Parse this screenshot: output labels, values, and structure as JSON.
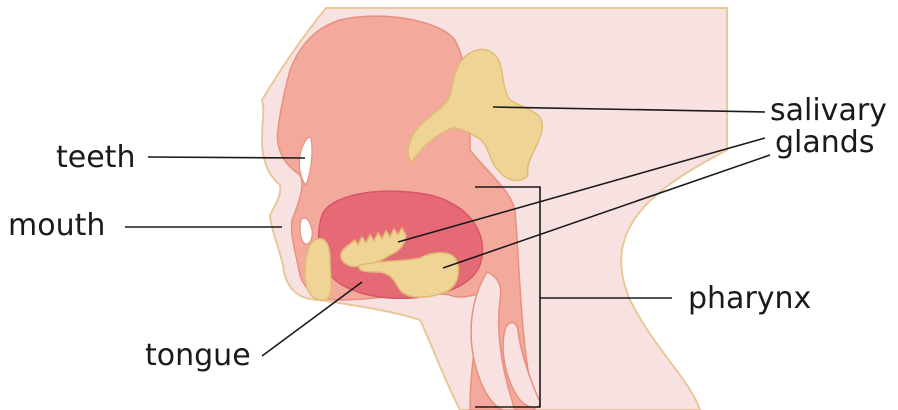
{
  "diagram": {
    "labels": {
      "teeth": "teeth",
      "mouth": "mouth",
      "tongue": "tongue",
      "salivary_line1": "salivary",
      "salivary_line2": "glands",
      "pharynx": "pharynx"
    },
    "colors": {
      "background_tissue": "#f8e2e1",
      "skin_outline": "#e8c89a",
      "muscle": "#f3a99b",
      "oral_cavity": "#e56a76",
      "gland": "#f0d496",
      "tooth": "#ffffff",
      "label_text": "#1a1a1a"
    }
  }
}
